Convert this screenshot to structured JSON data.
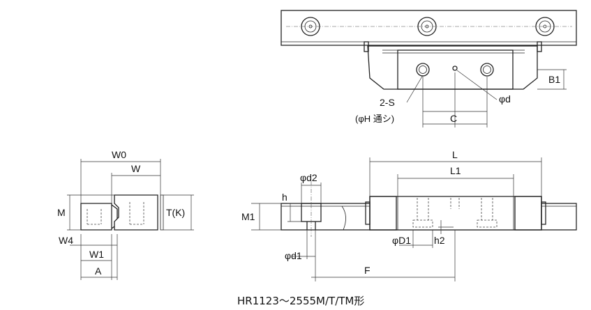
{
  "labels": {
    "two_s": "2-S",
    "phi_h": "(φH 通シ)",
    "phi_d": "φd",
    "c": "C",
    "b1": "B1",
    "w0": "W0",
    "w": "W",
    "m": "M",
    "t_k": "T(K)",
    "w4": "W4",
    "w1": "W1",
    "a": "A",
    "l": "L",
    "l1": "L1",
    "phi_d2": "φd2",
    "h": "h",
    "m1": "M1",
    "phi_d1_upper": "φD1",
    "h2": "h2",
    "phi_d1": "φd1",
    "f": "F"
  },
  "caption": "HR1123〜2555M/T/TM形"
}
